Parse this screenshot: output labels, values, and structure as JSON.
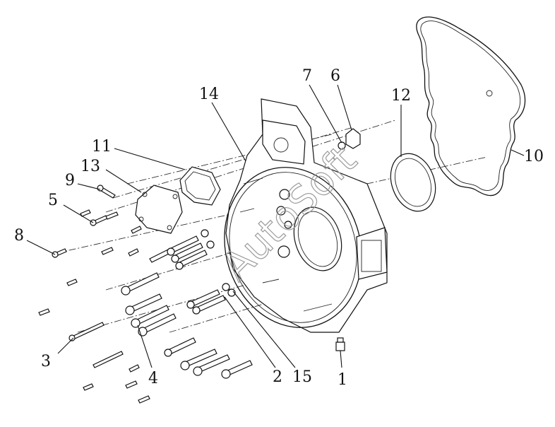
{
  "callouts": [
    {
      "id": "c1",
      "label": "1"
    },
    {
      "id": "c2",
      "label": "2"
    },
    {
      "id": "c3",
      "label": "3"
    },
    {
      "id": "c4",
      "label": "4"
    },
    {
      "id": "c5",
      "label": "5"
    },
    {
      "id": "c6",
      "label": "6"
    },
    {
      "id": "c7",
      "label": "7"
    },
    {
      "id": "c8",
      "label": "8"
    },
    {
      "id": "c9",
      "label": "9"
    },
    {
      "id": "c10",
      "label": "10"
    },
    {
      "id": "c11",
      "label": "11"
    },
    {
      "id": "c12",
      "label": "12"
    },
    {
      "id": "c13",
      "label": "13"
    },
    {
      "id": "c14",
      "label": "14"
    },
    {
      "id": "c15",
      "label": "15"
    }
  ],
  "watermark": "AutoSoft"
}
